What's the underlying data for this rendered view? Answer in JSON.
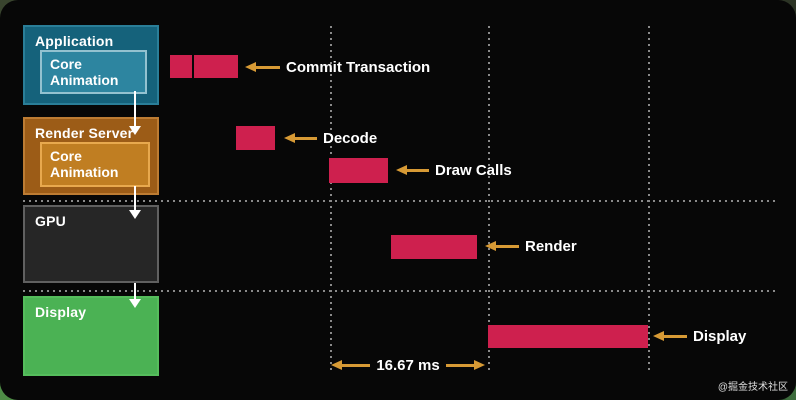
{
  "colors": {
    "frame_bg": "#070707",
    "text": "#ffffff",
    "bar": "#ce204e",
    "arrow": "#d79a35",
    "grid_dots": "#8a8a8a",
    "app_fill": "#15627b",
    "app_border": "#2a7e98",
    "app_inner_fill": "#2d85a0",
    "app_inner_border": "#93c2d0",
    "render_fill": "#9c5c17",
    "render_border": "#bd7c33",
    "render_inner_fill": "#c07e22",
    "render_inner_border": "#e8a94e",
    "gpu_fill": "#262626",
    "gpu_border": "#606060",
    "display_fill": "#4bb254",
    "display_border": "#55bd5c"
  },
  "stages": [
    {
      "label": "Application",
      "inner_label": "Core Animation"
    },
    {
      "label": "Render Server",
      "inner_label": "Core Animation"
    },
    {
      "label": "GPU"
    },
    {
      "label": "Display"
    }
  ],
  "events": [
    {
      "label": "Commit Transaction"
    },
    {
      "label": "Decode"
    },
    {
      "label": "Draw Calls"
    },
    {
      "label": "Render"
    },
    {
      "label": "Display"
    }
  ],
  "frame_interval": {
    "label": "16.67 ms"
  },
  "watermark": "@掘金技术社区"
}
